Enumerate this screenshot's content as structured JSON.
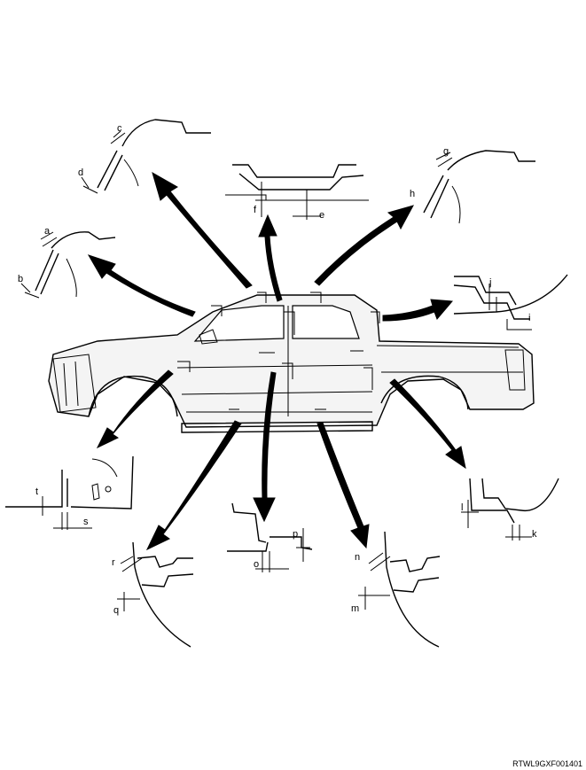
{
  "labels": {
    "a": "a",
    "b": "b",
    "c": "c",
    "d": "d",
    "e": "e",
    "f": "f",
    "g": "g",
    "h": "h",
    "i": "i",
    "j": "j",
    "k": "k",
    "l": "l",
    "m": "m",
    "n": "n",
    "o": "o",
    "p": "p",
    "q": "q",
    "r": "r",
    "s": "s",
    "t": "t"
  },
  "figure_code": "RTWL9GXF001401"
}
